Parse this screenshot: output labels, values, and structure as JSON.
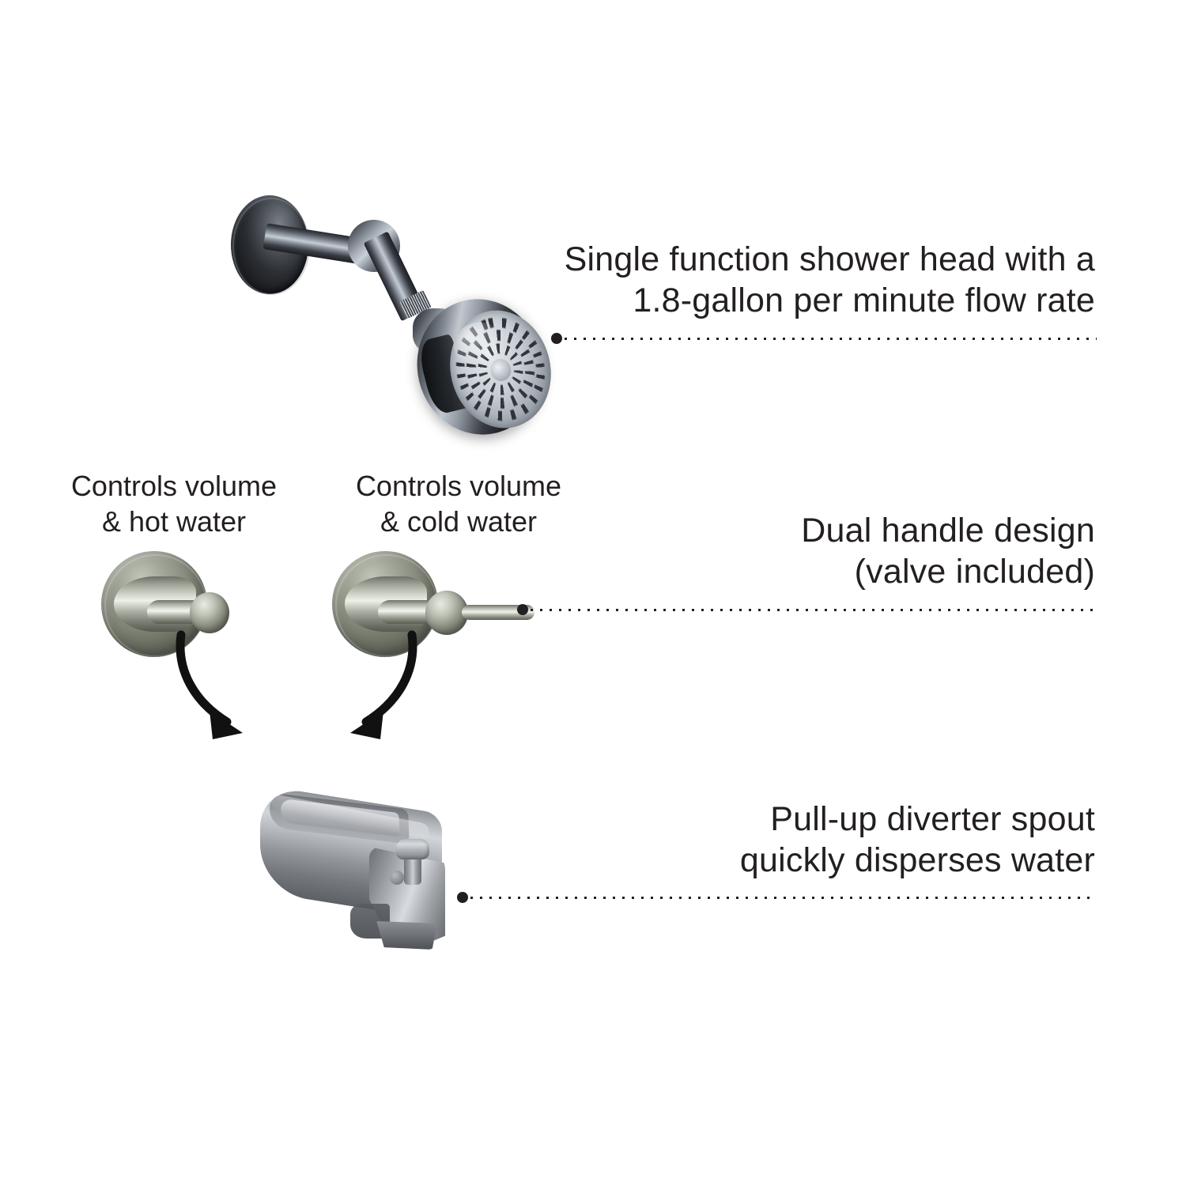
{
  "page": {
    "title": "Tub and shower faucet feature callouts",
    "background_color": "#ffffff",
    "text_color": "#231f20"
  },
  "callouts": [
    {
      "id": "shower-head",
      "line1": "Single function shower head with a",
      "line2": "1.8-gallon per minute flow rate",
      "leader": {
        "dot_color": "#231f20",
        "style": "dotted"
      }
    },
    {
      "id": "dual-handle",
      "line1": "Dual handle design",
      "line2": "(valve included)",
      "leader": {
        "dot_color": "#231f20",
        "style": "dotted"
      }
    },
    {
      "id": "diverter-spout",
      "line1": "Pull-up diverter spout",
      "line2": "quickly disperses water",
      "leader": {
        "dot_color": "#231f20",
        "style": "dotted"
      }
    }
  ],
  "handle_labels": [
    {
      "id": "hot",
      "line1": "Controls volume",
      "line2": "& hot water"
    },
    {
      "id": "cold",
      "line1": "Controls volume",
      "line2": "& cold water"
    }
  ],
  "products": {
    "shower_head": {
      "name": "shower-head",
      "finish_color": "#4c5057",
      "parts": [
        "wall-flange",
        "shower-arm",
        "coupling",
        "spray-face"
      ]
    },
    "handle_hot": {
      "name": "hot-water-handle",
      "finish_color": "#8c8e80",
      "parts": [
        "escutcheon",
        "lever"
      ]
    },
    "handle_cold": {
      "name": "cold-water-handle",
      "finish_color": "#8c8e80",
      "parts": [
        "escutcheon",
        "lever"
      ]
    },
    "tub_spout": {
      "name": "tub-spout",
      "finish_color": "#9b9ea3",
      "parts": [
        "body",
        "nose",
        "diverter-knob"
      ]
    }
  },
  "arrows": [
    {
      "id": "hot-to-spout",
      "direction": "curve-down-right",
      "color": "#111111"
    },
    {
      "id": "cold-to-spout",
      "direction": "curve-down-left",
      "color": "#111111"
    }
  ]
}
